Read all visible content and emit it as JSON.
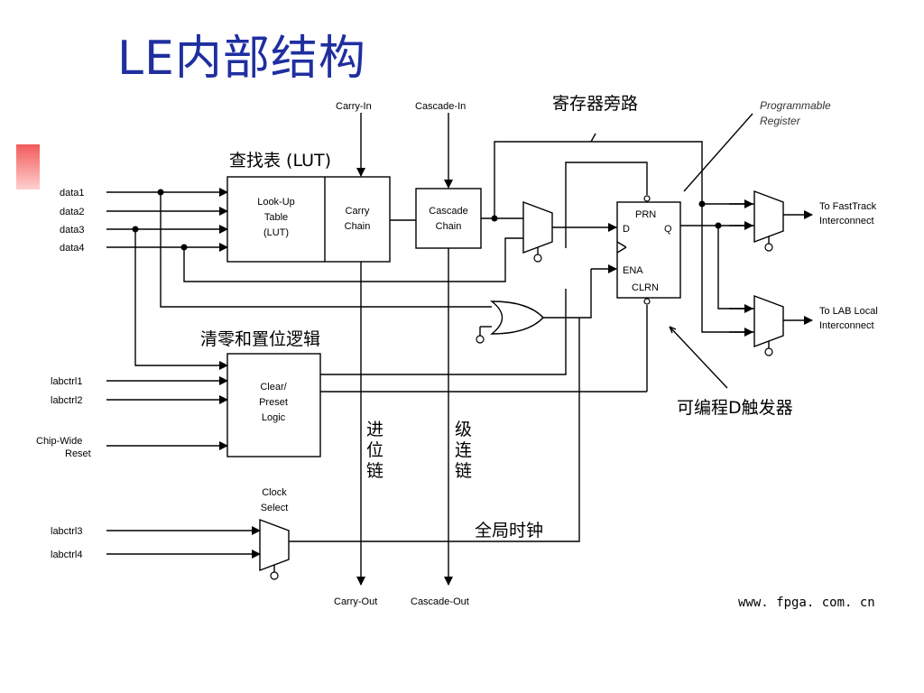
{
  "title": "LE内部结构",
  "inputs": {
    "data1": "data1",
    "data2": "data2",
    "data3": "data3",
    "data4": "data4",
    "labctrl1": "labctrl1",
    "labctrl2": "labctrl2",
    "chip_wide_1": "Chip-Wide",
    "chip_wide_2": "Reset",
    "labctrl3": "labctrl3",
    "labctrl4": "labctrl4"
  },
  "top_labels": {
    "carry_in": "Carry-In",
    "cascade_in": "Cascade-In",
    "register_bypass": "寄存器旁路",
    "programmable_1": "Programmable",
    "programmable_2": "Register"
  },
  "blocks": {
    "lut_caption": "查找表 (LUT)",
    "lut_1": "Look-Up",
    "lut_2": "Table",
    "lut_3": "(LUT)",
    "carry_1": "Carry",
    "carry_2": "Chain",
    "cascade_1": "Cascade",
    "cascade_2": "Chain",
    "clear_caption": "清零和置位逻辑",
    "clear_1": "Clear/",
    "clear_2": "Preset",
    "clear_3": "Logic",
    "clock_1": "Clock",
    "clock_2": "Select"
  },
  "register": {
    "prn": "PRN",
    "d": "D",
    "q": "Q",
    "ena": "ENA",
    "clrn": "CLRN",
    "dff_label": "可编程D触发器"
  },
  "outputs": {
    "fasttrack_1": "To FastTrack",
    "fasttrack_2": "Interconnect",
    "lab_local_1": "To LAB Local",
    "lab_local_2": "Interconnect",
    "carry_out": "Carry-Out",
    "cascade_out": "Cascade-Out"
  },
  "annotations": {
    "carry_chain_v": [
      "进",
      "位",
      "链"
    ],
    "cascade_chain_v": [
      "级",
      "连",
      "链"
    ],
    "global_clock": "全局时钟",
    "website": "www. fpga. com. cn"
  }
}
